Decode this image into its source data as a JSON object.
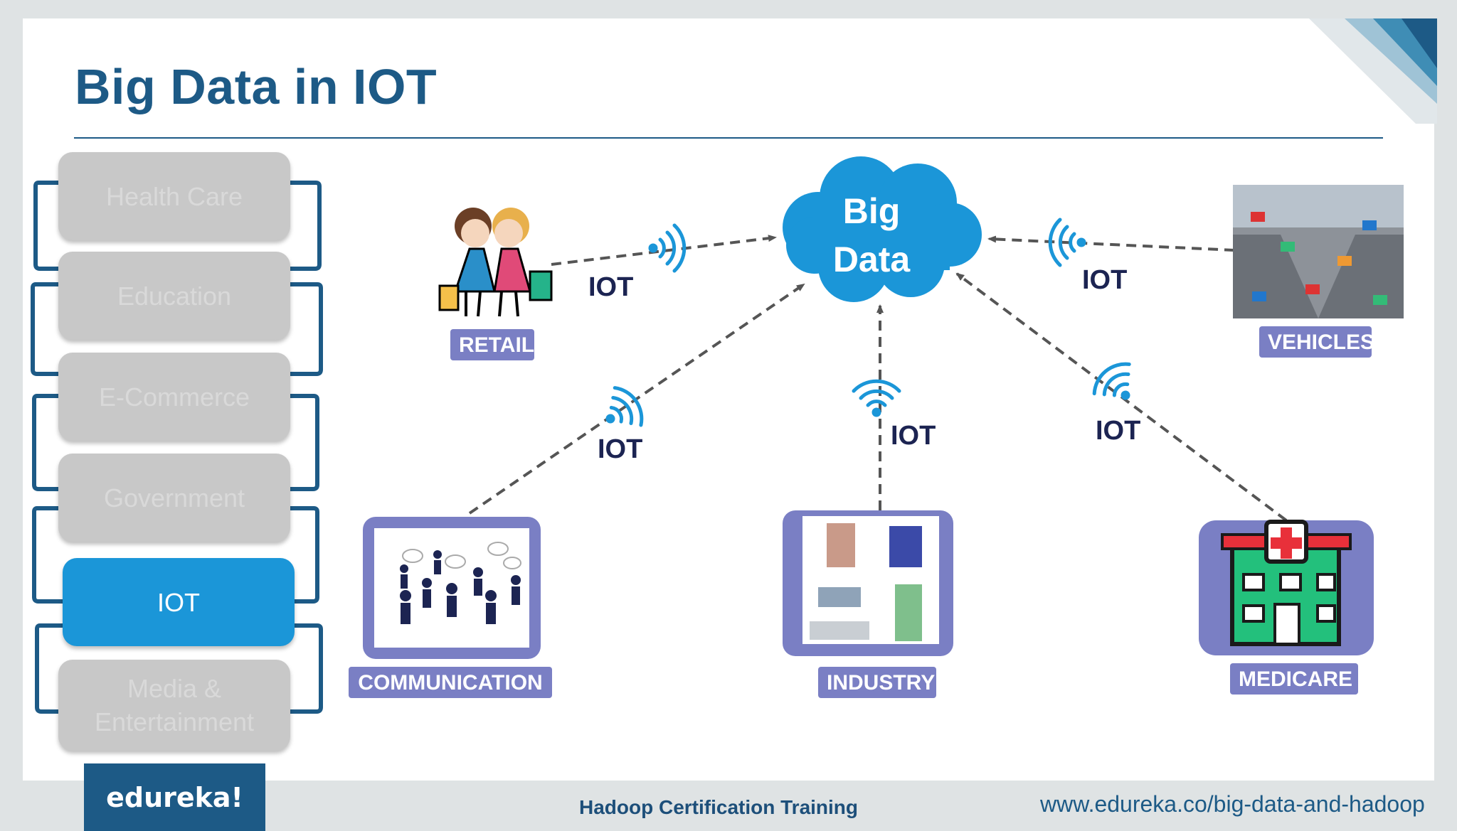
{
  "title": "Big Data in IOT",
  "sidebar": {
    "items": [
      {
        "label": "Health Care"
      },
      {
        "label": "Education"
      },
      {
        "label": "E-Commerce"
      },
      {
        "label": "Government"
      },
      {
        "label": "IOT"
      },
      {
        "label": "Media & Entertainment"
      }
    ],
    "active": "IOT"
  },
  "diagram": {
    "center": {
      "line1": "Big",
      "line2": "Data"
    },
    "connection_label": "IOT",
    "nodes": [
      {
        "label": "RETAIL"
      },
      {
        "label": "VEHICLES"
      },
      {
        "label": "COMMUNICATION"
      },
      {
        "label": "INDUSTRY"
      },
      {
        "label": "MEDICARE"
      }
    ]
  },
  "footer": {
    "logo": "edureka!",
    "course": "Hadoop Certification Training",
    "url": "www.edureka.co/big-data-and-hadoop"
  },
  "colors": {
    "title": "#1d5a86",
    "active_item": "#1b96d8",
    "inactive_item": "#c8c8c8",
    "label_box": "#7a7fc4",
    "cloud": "#1b96d8"
  }
}
